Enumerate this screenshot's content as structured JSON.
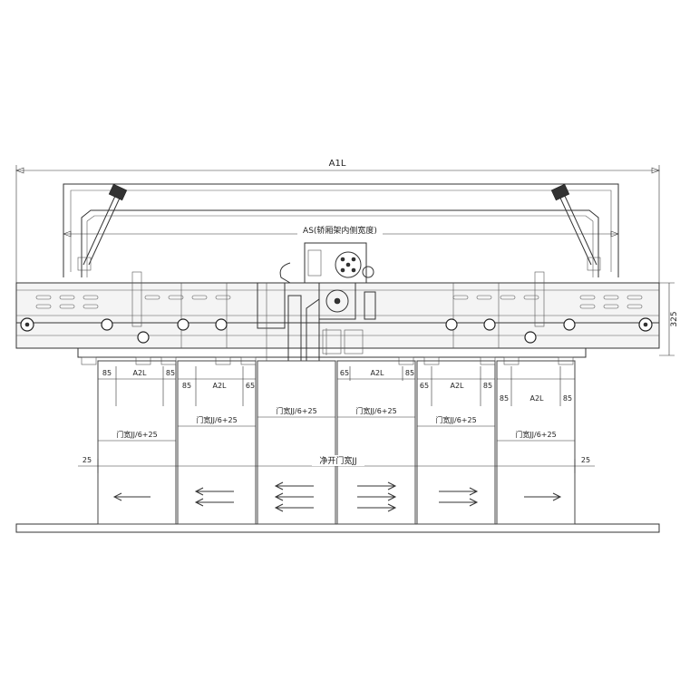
{
  "dimensions": {
    "overall_width": "A1L",
    "inner_width": "AS(轿厢架内侧宽度)",
    "height": "325",
    "clear_opening": "净开门宽JJ",
    "panel_width": "A2L",
    "door_width_formula": "门宽JJ/6+25",
    "offset_85": "85",
    "offset_65": "65",
    "offset_25": "25"
  },
  "panels": [
    {
      "direction": "left",
      "arrows": 1
    },
    {
      "direction": "left",
      "arrows": 2
    },
    {
      "direction": "left",
      "arrows": 3
    },
    {
      "direction": "right",
      "arrows": 3
    },
    {
      "direction": "right",
      "arrows": 2
    },
    {
      "direction": "right",
      "arrows": 1
    }
  ]
}
